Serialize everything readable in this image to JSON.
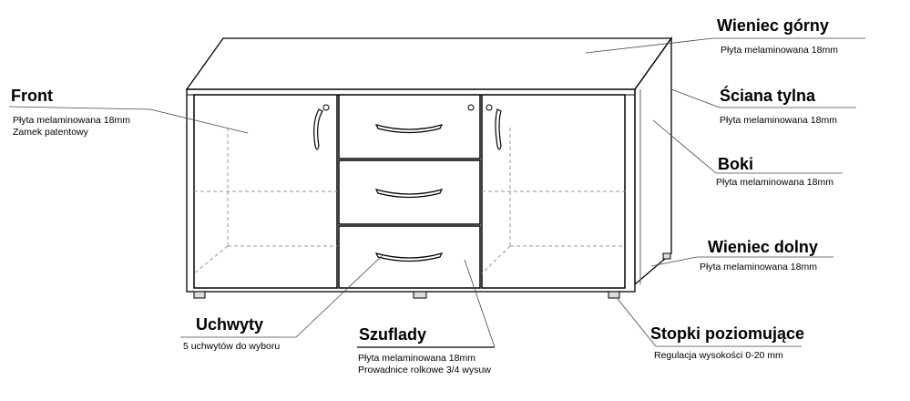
{
  "labels": {
    "wieniec_gorny": {
      "title": "Wieniec górny",
      "desc": "Płyta melaminowana 18mm"
    },
    "sciana_tylna": {
      "title": "Ściana tylna",
      "desc": "Płyta melaminowana 18mm"
    },
    "boki": {
      "title": "Boki",
      "desc": "Płyta melaminowana 18mm"
    },
    "wieniec_dolny": {
      "title": "Wieniec dolny",
      "desc": "Płyta melaminowana 18mm"
    },
    "stopki": {
      "title": "Stopki poziomujące",
      "desc": "Regulacja wysokości 0-20 mm"
    },
    "front": {
      "title": "Front",
      "desc1": "Płyta melaminowana 18mm",
      "desc2": "Zamek patentowy"
    },
    "uchwyty": {
      "title": "Uchwyty",
      "desc": "5 uchwytów do wyboru"
    },
    "szuflady": {
      "title": "Szuflady",
      "desc1": "Płyta melaminowana 18mm",
      "desc2": "Prowadnice rolkowe 3/4 wysuw"
    }
  }
}
